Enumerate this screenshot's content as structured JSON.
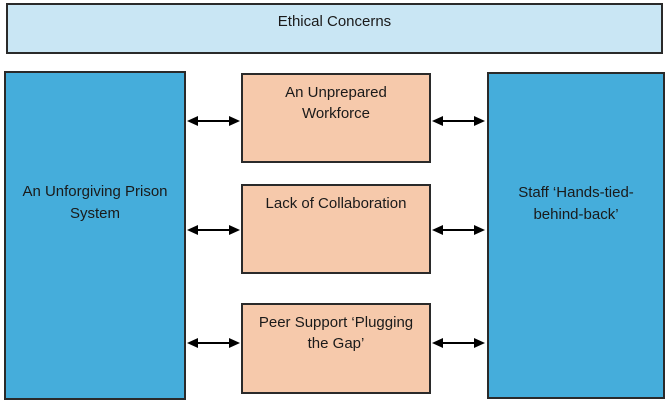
{
  "diagram": {
    "title": "Ethical Concerns",
    "left_box": {
      "label": "An Unforgiving Prison\nSystem"
    },
    "middle_boxes": [
      {
        "label": "An Unprepared\nWorkforce"
      },
      {
        "label": "Lack of Collaboration"
      },
      {
        "label": "Peer Support ‘Plugging\nthe Gap’"
      }
    ],
    "right_box": {
      "label": "Staff ‘Hands-tied-\nbehind-back’"
    },
    "connectors": {
      "type": "double-headed horizontal arrows",
      "count": 6,
      "color": "#000000",
      "links": [
        "left_box <-> middle_boxes.0",
        "left_box <-> middle_boxes.1",
        "left_box <-> middle_boxes.2",
        "middle_boxes.0 <-> right_box",
        "middle_boxes.1 <-> right_box",
        "middle_boxes.2 <-> right_box"
      ]
    },
    "colors": {
      "background": "#FFFFFF",
      "banner_fill": "#C9E6F4",
      "side_box_fill": "#45ADDB",
      "middle_box_fill": "#F6C9AB",
      "border": "#2A2A2A",
      "text": "#1A1A1A",
      "arrow": "#000000"
    }
  }
}
